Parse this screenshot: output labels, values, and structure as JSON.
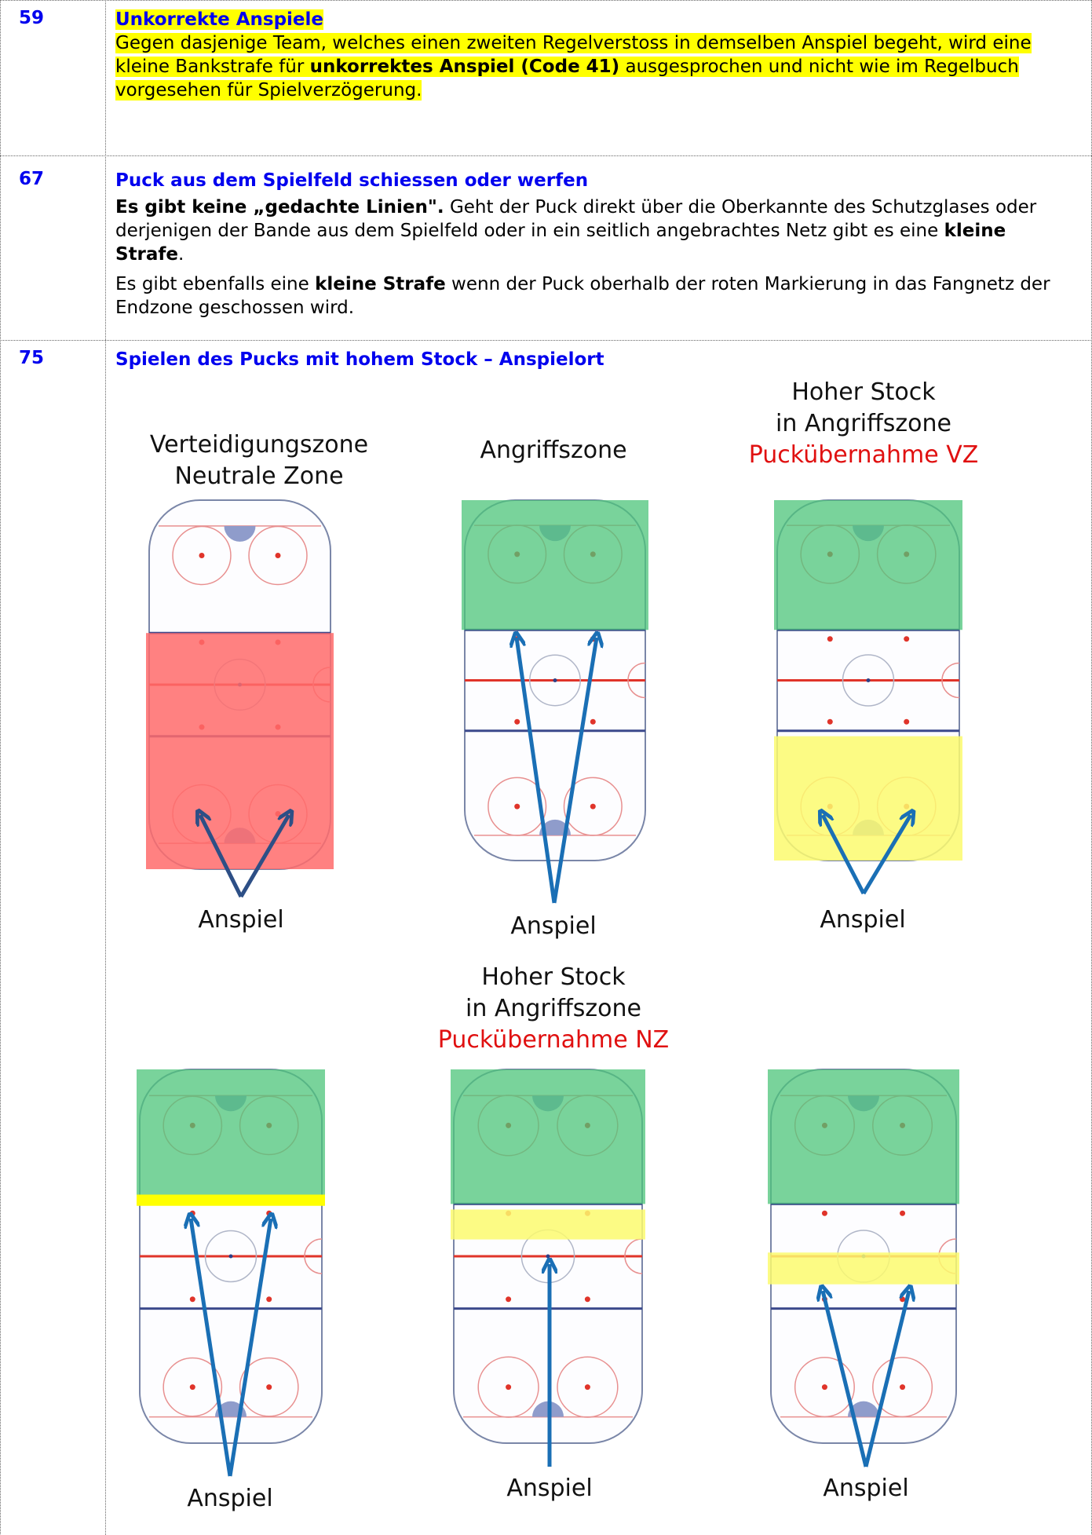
{
  "rules": [
    {
      "number": "59",
      "title": "Unkorrekte Anspiele",
      "text_a": "Gegen dasjenige Team, welches einen zweiten Regelverstoss in demselben Anspiel begeht, wird eine kleine Bankstrafe für ",
      "text_bold": "unkorrektes Anspiel (Code 41)",
      "text_b": " ausgesprochen und nicht wie im Regelbuch vorgesehen für Spielverzögerung."
    },
    {
      "number": "67",
      "title": "Puck aus dem Spielfeld schiessen oder werfen",
      "p1_bold": "Es gibt keine „gedachte Linien\".",
      "p1_a": " Geht der Puck direkt über die Oberkannte des Schutzglases oder derjenigen der Bande aus dem Spielfeld oder in ein seitlich angebrachtes Netz gibt es eine ",
      "p1_bold2": "kleine Strafe",
      "p1_b": ".",
      "p2_a": "Es gibt ebenfalls eine ",
      "p2_bold": "kleine Strafe",
      "p2_b": " wenn der Puck oberhalb der roten Markierung in das Fangnetz der Endzone geschossen wird."
    },
    {
      "number": "75",
      "title": "Spielen des Pucks mit hohem Stock – Anspielort"
    }
  ],
  "diagrams": [
    {
      "line1": "Verteidigungszone",
      "line2": "Neutrale Zone",
      "line3": "",
      "caption": "Anspiel"
    },
    {
      "line1": "Angriffszone",
      "line2": "",
      "line3": "",
      "caption": "Anspiel"
    },
    {
      "line1": "Hoher Stock",
      "line2": "in Angriffszone",
      "line3": "Puckübernahme VZ",
      "caption": "Anspiel"
    },
    {
      "line1": "",
      "line2": "",
      "line3": "",
      "caption": "Anspiel"
    },
    {
      "line1": "Hoher Stock",
      "line2": "in Angriffszone",
      "line3": "Puckübernahme NZ",
      "caption": "Anspiel"
    },
    {
      "line1": "",
      "line2": "",
      "line3": "",
      "caption": "Anspiel"
    }
  ],
  "colors": {
    "blue_heading": "#0000ee",
    "highlight": "#ffff00",
    "zone_red": "#ff6b6b",
    "zone_green": "#4cc47a",
    "zone_yellow": "#fbfa6e",
    "arrow_blue": "#1a6fb5",
    "red_text": "#e01010"
  }
}
